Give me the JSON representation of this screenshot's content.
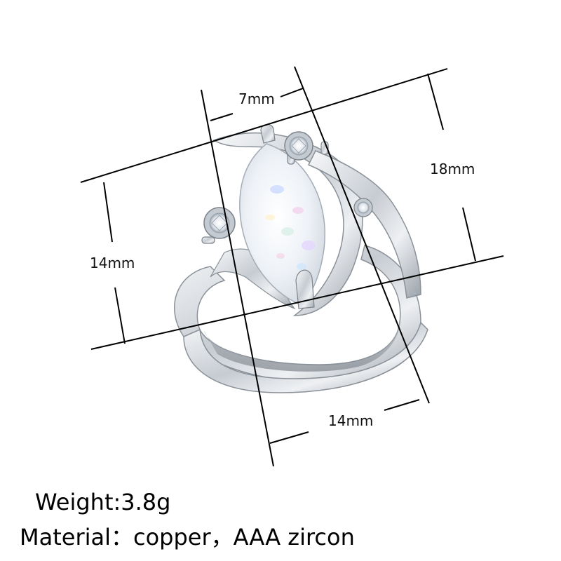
{
  "dimensions": {
    "stone_width": "7mm",
    "stone_length": "18mm",
    "ring_height": "14mm",
    "band_width": "14mm"
  },
  "specs": {
    "weight": "Weight:3.8g",
    "material": "Material：copper，AAA zircon"
  },
  "colors": {
    "metal": "#d9dde2",
    "opal": "#eef2f6",
    "line": "#000000"
  }
}
